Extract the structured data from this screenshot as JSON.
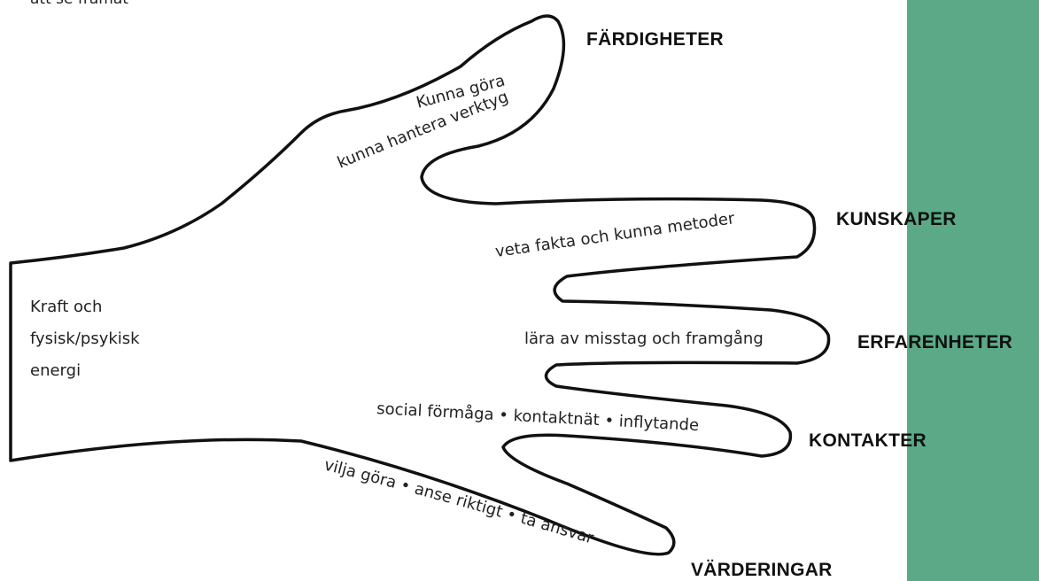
{
  "header_fragment": "att se framåt",
  "palm": {
    "lines": [
      "Kraft och",
      "fysisk/psykisk",
      "energi"
    ]
  },
  "fingers": {
    "thumb": {
      "heading": "FÄRDIGHETER",
      "line1": "Kunna göra",
      "line2": "kunna hantera verktyg"
    },
    "index": {
      "heading": "KUNSKAPER",
      "text": "veta fakta och kunna metoder"
    },
    "middle": {
      "heading": "ERFARENHETER",
      "text": "lära av misstag och framgång"
    },
    "ring": {
      "heading": "KONTAKTER",
      "text": "social förmåga • kontaktnät • inflytande"
    },
    "little": {
      "heading": "VÄRDERINGAR",
      "text": "vilja göra • anse riktigt • ta ansvar"
    }
  },
  "colors": {
    "band": "#5ba987",
    "outline": "#111111",
    "text": "#222222"
  }
}
